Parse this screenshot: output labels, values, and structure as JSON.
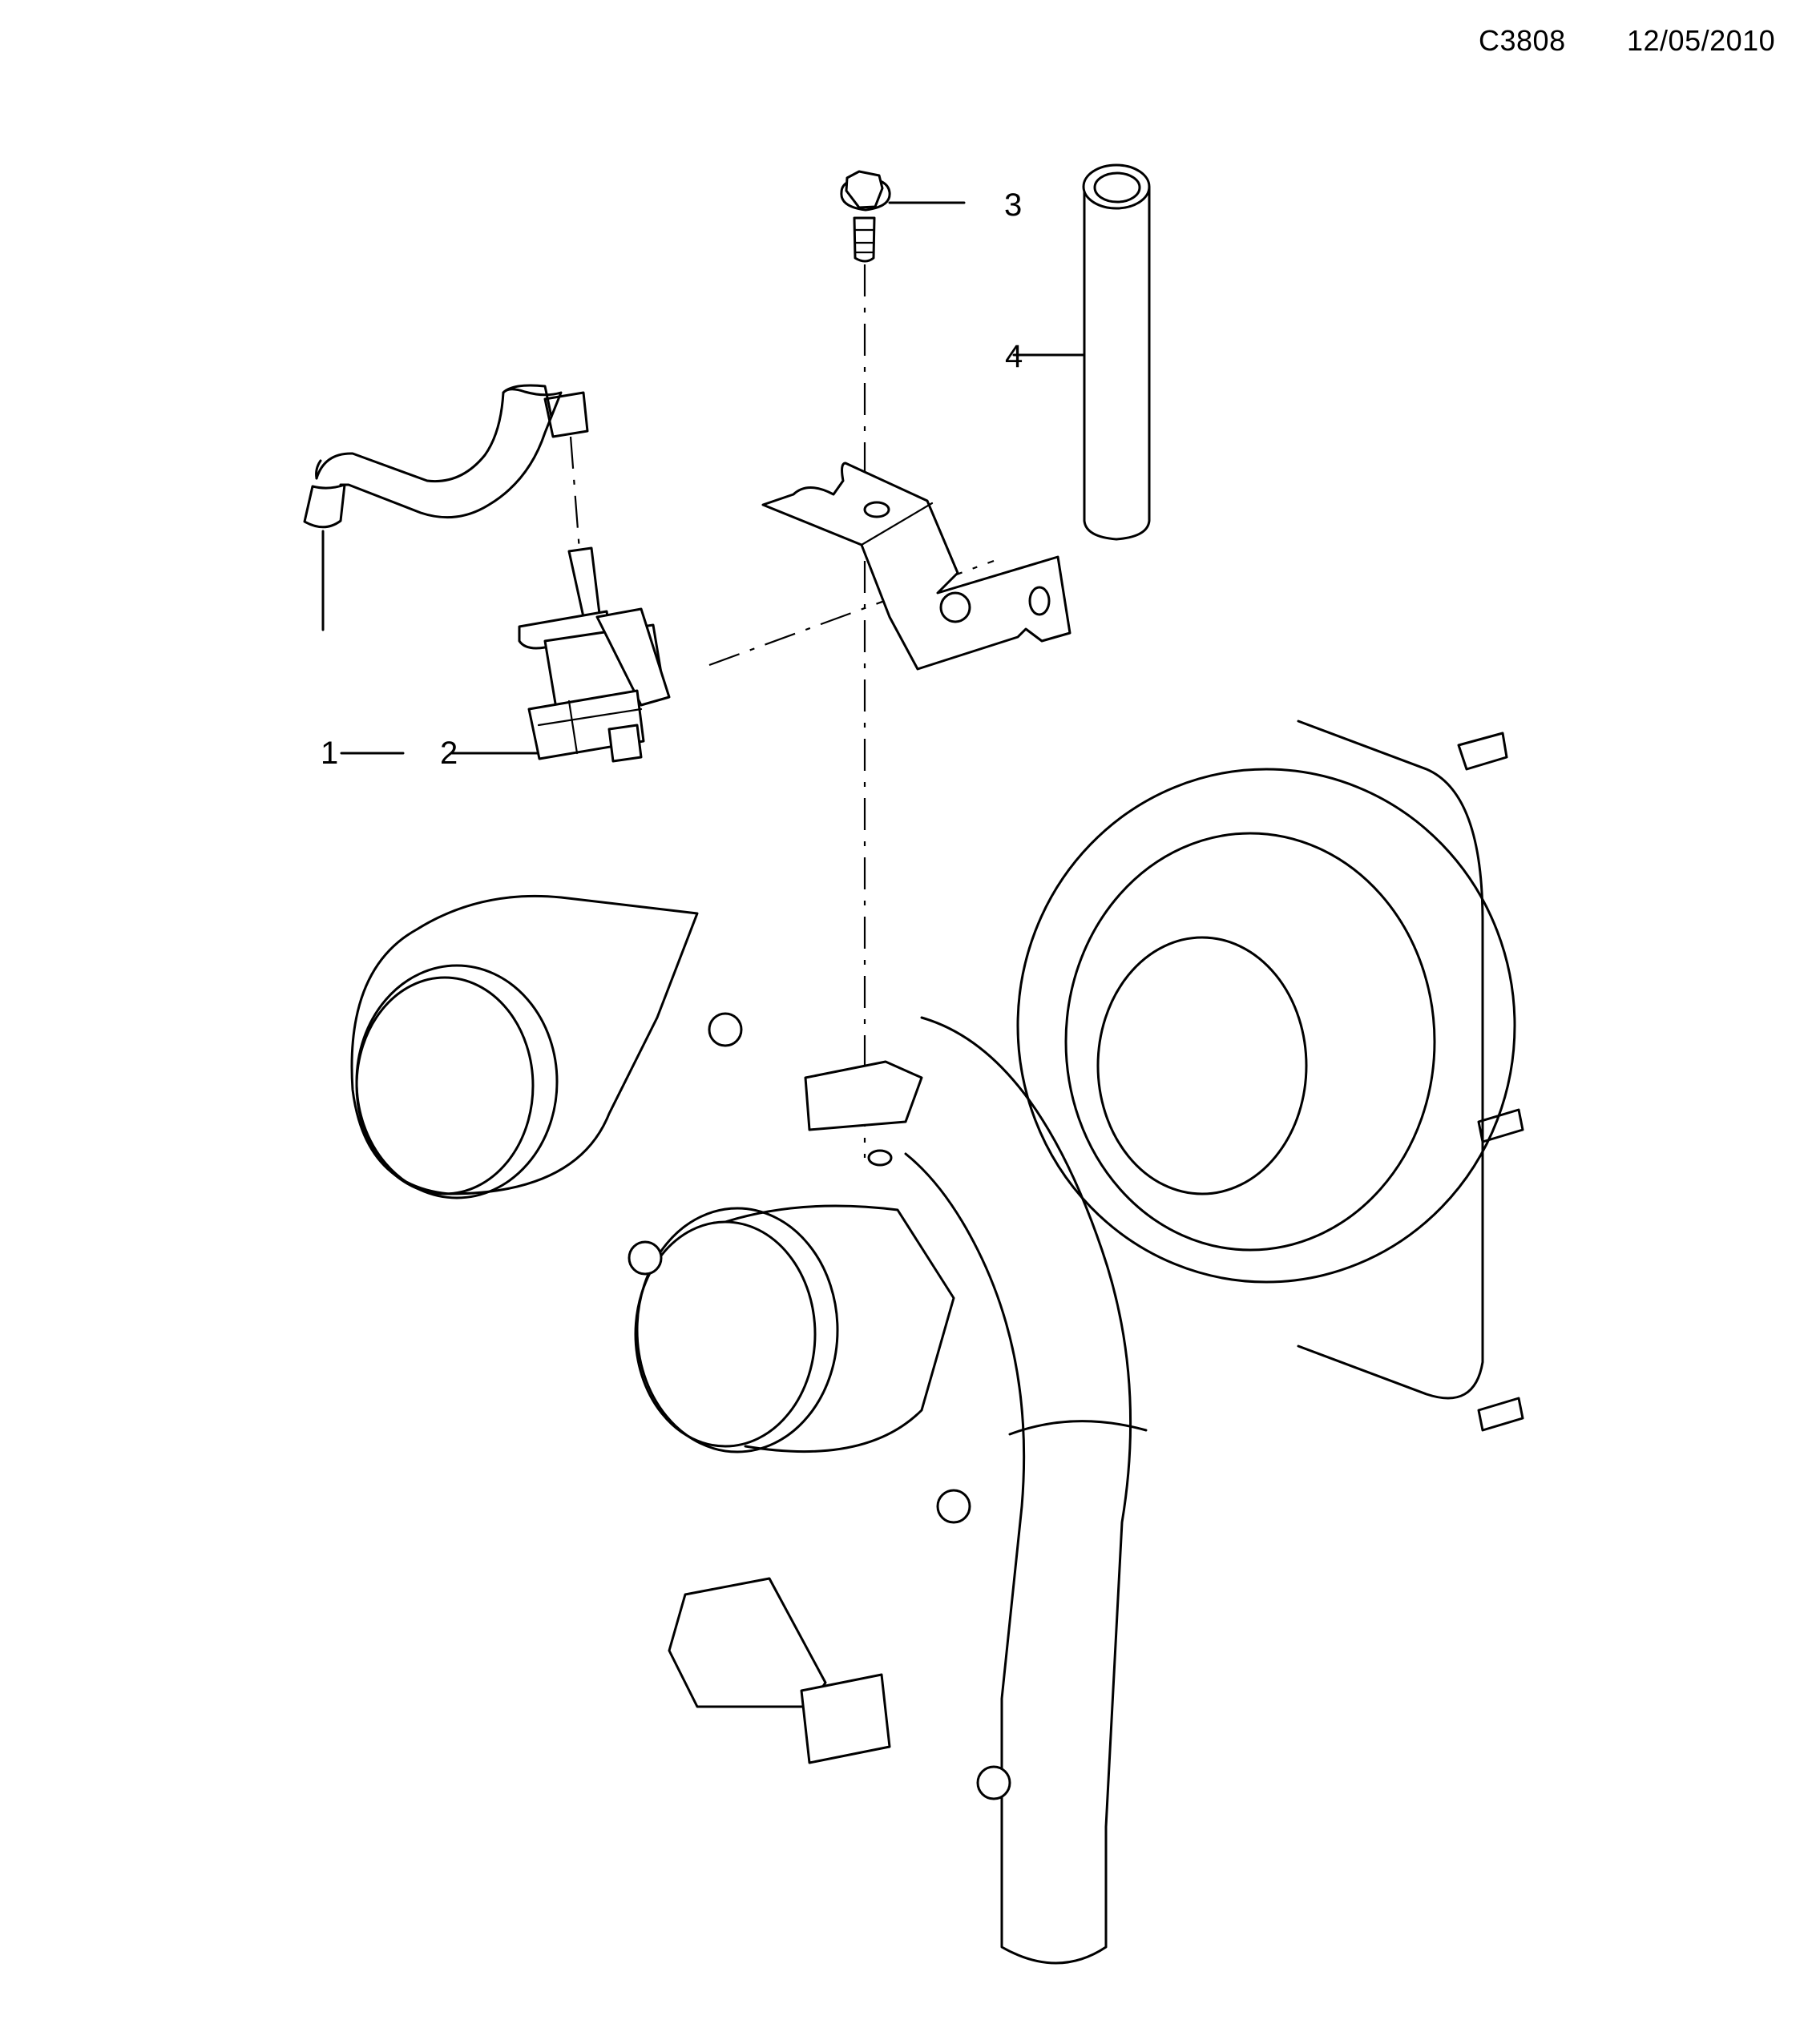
{
  "header": {
    "diagram_code": "C3808",
    "date": "12/05/2010"
  },
  "diagram": {
    "subject": "turbocharger-assembly",
    "callouts": [
      {
        "number": "1",
        "part": "vacuum-hose"
      },
      {
        "number": "2",
        "part": "solenoid-valve"
      },
      {
        "number": "3",
        "part": "flange-bolt"
      },
      {
        "number": "4",
        "part": "straight-hose"
      }
    ]
  }
}
